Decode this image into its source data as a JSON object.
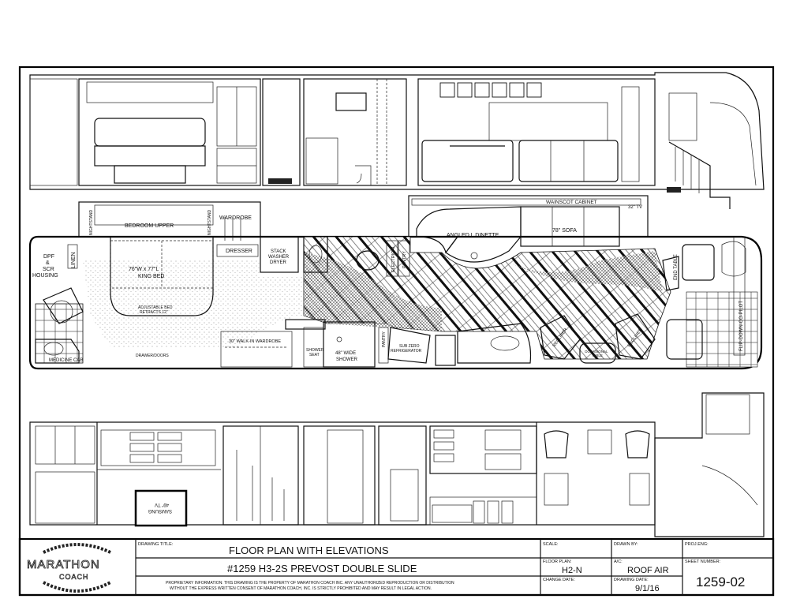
{
  "title_block": {
    "logo_text": "MARATHON COACH",
    "drawing_title_label": "DRAWING TITLE:",
    "drawing_title": "FLOOR PLAN WITH ELEVATIONS",
    "subtitle": "#1259 H3-2S PREVOST DOUBLE SLIDE",
    "proprietary_line1": "PROPRIETARY INFORMATION: THIS DRAWING IS THE PROPERTY OF MARATHON COACH INC. ANY UNAUTHORIZED REPRODUCTION OR DISTRIBUTION",
    "proprietary_line2": "WITHOUT THE EXPRESS WRITTEN CONSENT OF MARATHON COACH, INC. IS STRICTLY PROHIBITED AND MAY RESULT IN LEGAL ACTION.",
    "scale_label": "SCALE:",
    "floor_plan_label": "FLOOR PLAN:",
    "floor_plan": "H2-N",
    "change_date_label": "CHANGE DATE:",
    "drawn_by_label": "DRAWN BY:",
    "ac_label": "A/C:",
    "ac": "ROOF AIR",
    "drawing_date_label": "DRAWING DATE:",
    "drawing_date": "9/1/16",
    "proj_eng_label": "PROJ.ENG:",
    "sheet_number_label": "SHEET NUMBER:",
    "sheet_number": "1259-02"
  },
  "floor_plan_labels": {
    "dpf1": "DPF",
    "dpf2": "&",
    "dpf3": "SCR",
    "dpf4": "HOUSING",
    "linen": "LINEN",
    "nightstand": "NIGHTSTAND",
    "bedroom_upper": "BEDROOM UPPER",
    "wardrobe": "WARDROBE",
    "dresser": "DRESSER",
    "washer1": "STACK",
    "washer2": "WASHER",
    "washer3": "DRYER",
    "bed1": "76\"W x 77\"L",
    "bed2": "KING BED",
    "adj1": "ADJUSTABLE BED",
    "adj2": "RETRACTS 12\"",
    "medicine_cab": "MEDICINE CAB",
    "drawer_doors": "DRAWER/DOORS",
    "walkin": "30\" WALK-IN WARDROBE",
    "shower_seat1": "SHOWER",
    "shower_seat2": "SEAT",
    "shower1": "48\" WIDE",
    "shower2": "SHOWER",
    "electrical": "ELECTRICAL",
    "pantry": "PANTRY",
    "subzero1": "SUB ZERO",
    "subzero2": "REFRIGERATOR",
    "dinette": "ANGLED L DINETTE",
    "sofa": "78\" SOFA",
    "wainscot": "WAINSCOT CABINET",
    "tv32": "32\" TV",
    "recliner": "RECLINER",
    "occ1": "OCCASIONAL",
    "occ2": "TABLE",
    "end_table": "END TABLE",
    "copilot": "FLIP-DOWN-CO-PILOT"
  },
  "elevation_labels": {
    "tv1": "SAMSUNG",
    "tv2": "49\" TV"
  }
}
